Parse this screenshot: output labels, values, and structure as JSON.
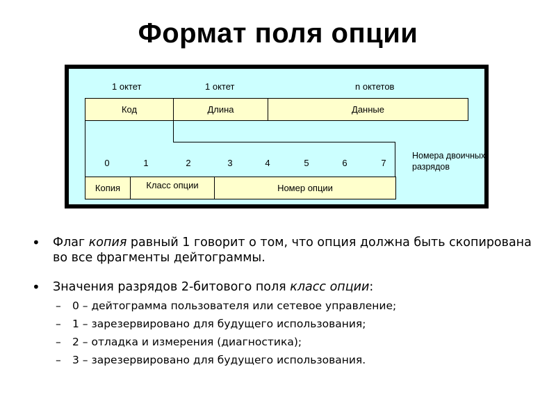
{
  "title": "Формат поля опции",
  "diagram": {
    "octet_labels": [
      "1 октет",
      "1 октет",
      "n октетов"
    ],
    "fields": [
      "Код",
      "Длина",
      "Данные"
    ],
    "bit_numbers": [
      "0",
      "1",
      "2",
      "3",
      "4",
      "5",
      "6",
      "7"
    ],
    "bits_caption": "Номера двоичных разрядов",
    "subfields": [
      "Копия",
      "Класс опции",
      "Номер опции"
    ]
  },
  "bullets": [
    {
      "prefix": "Флаг ",
      "emph": "копия",
      "suffix": " равный 1 говорит о том, что опция должна быть скопирована во все фрагменты дейтограммы."
    },
    {
      "prefix": "Значения разрядов 2-битового поля ",
      "emph": "класс опции",
      "suffix": ":",
      "subitems": [
        "0 – дейтограмма пользователя или сетевое управление;",
        "1 – зарезервировано для будущего использования;",
        "2 – отладка и измерения (диагностика);",
        "3 – зарезервировано для будущего использования."
      ]
    }
  ]
}
